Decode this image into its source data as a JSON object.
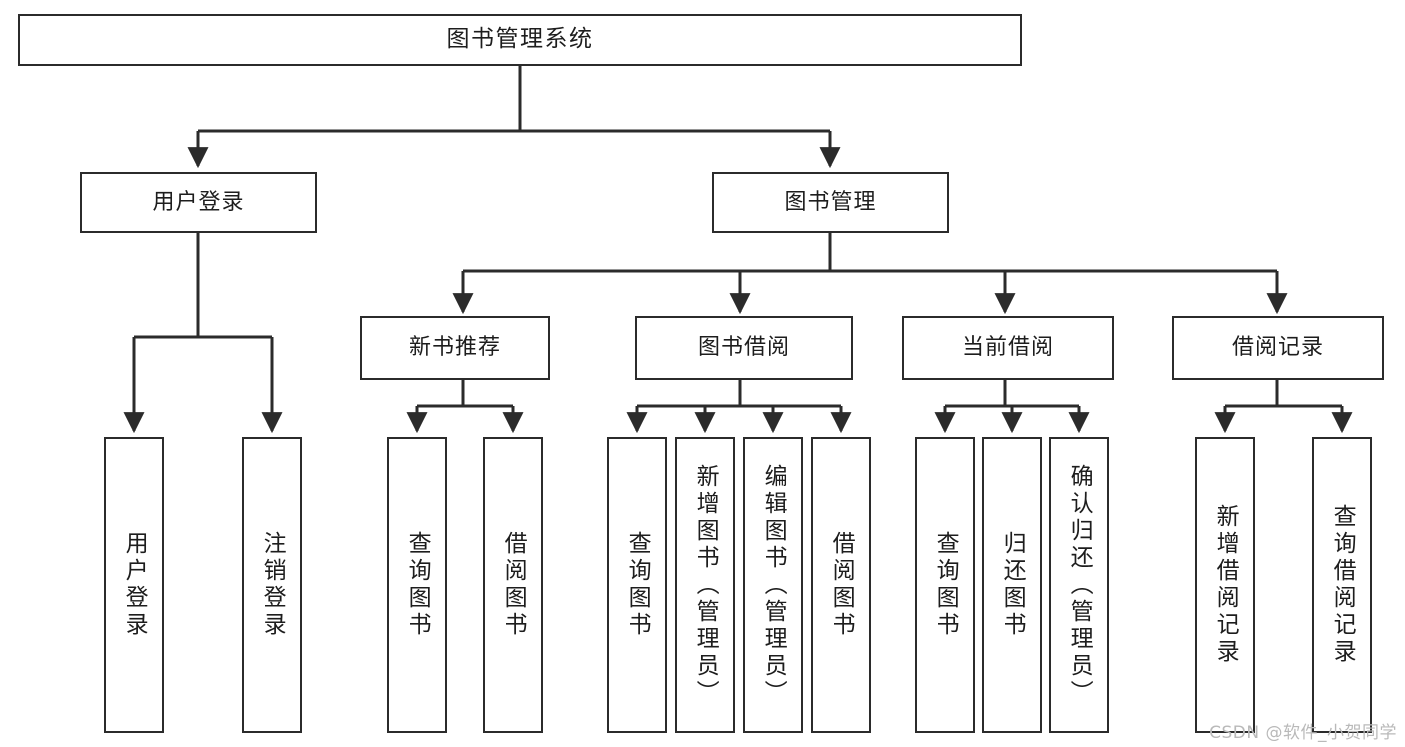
{
  "diagram": {
    "title": "图书管理系统",
    "type": "tree",
    "watermark": "CSDN @软件_小贺同学",
    "colors": {
      "stroke": "#2b2b2b",
      "fill": "#ffffff",
      "text": "#1d1d1d",
      "watermark": "#b9b9b9"
    },
    "nodes": {
      "root": {
        "label": "图书管理系统"
      },
      "level1": [
        {
          "id": "user-login",
          "label": "用户登录"
        },
        {
          "id": "book-manage",
          "label": "图书管理"
        }
      ],
      "level2": [
        {
          "id": "new-book-recommend",
          "label": "新书推荐"
        },
        {
          "id": "book-borrow",
          "label": "图书借阅"
        },
        {
          "id": "current-borrow",
          "label": "当前借阅"
        },
        {
          "id": "borrow-record",
          "label": "借阅记录"
        }
      ],
      "leaves": {
        "user-login": [
          {
            "id": "leaf-user-login",
            "label": "用户登录"
          },
          {
            "id": "leaf-logout",
            "label": "注销登录"
          }
        ],
        "new-book-recommend": [
          {
            "id": "leaf-query-book-1",
            "label": "查询图书"
          },
          {
            "id": "leaf-borrow-book-1",
            "label": "借阅图书"
          }
        ],
        "book-borrow": [
          {
            "id": "leaf-query-book-2",
            "label": "查询图书"
          },
          {
            "id": "leaf-add-book",
            "label": "新增图书（管理员）"
          },
          {
            "id": "leaf-edit-book",
            "label": "编辑图书（管理员）"
          },
          {
            "id": "leaf-borrow-book-2",
            "label": "借阅图书"
          }
        ],
        "current-borrow": [
          {
            "id": "leaf-query-book-3",
            "label": "查询图书"
          },
          {
            "id": "leaf-return-book",
            "label": "归还图书"
          },
          {
            "id": "leaf-confirm-return",
            "label": "确认归还（管理员）"
          }
        ],
        "borrow-record": [
          {
            "id": "leaf-add-record",
            "label": "新增借阅记录"
          },
          {
            "id": "leaf-query-record",
            "label": "查询借阅记录"
          }
        ]
      }
    }
  }
}
